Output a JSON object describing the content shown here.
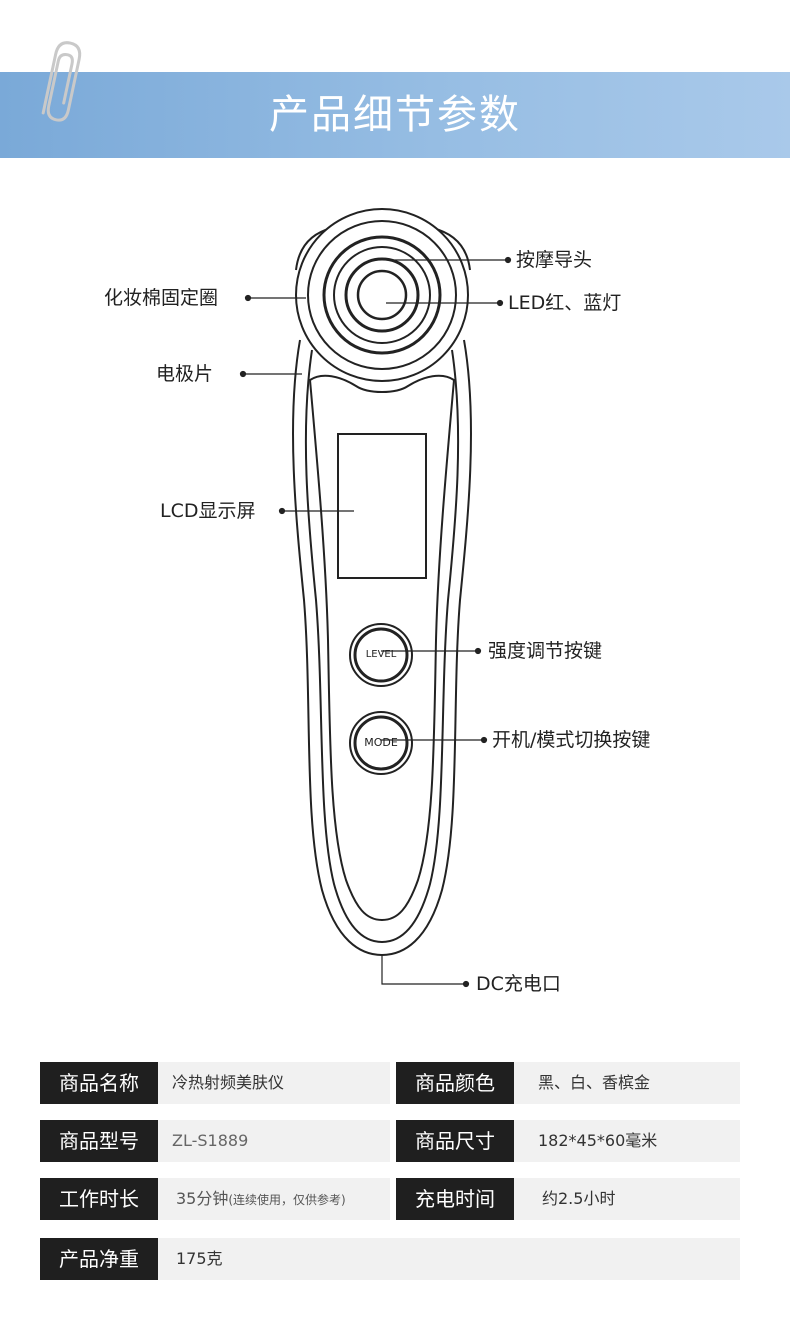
{
  "header": {
    "title": "产品细节参数"
  },
  "callouts": {
    "massage_head": "按摩导头",
    "led": "LED红、蓝灯",
    "cotton_ring": "化妆棉固定圈",
    "electrode": "电极片",
    "lcd": "LCD显示屏",
    "level_key": "强度调节按键",
    "mode_key": "开机/模式切换按键",
    "dc_port": "DC充电口"
  },
  "device": {
    "level_button": "LEVEL",
    "mode_button": "MODE"
  },
  "specs": {
    "name_label": "商品名称",
    "name_value": "冷热射频美肤仪",
    "color_label": "商品颜色",
    "color_value": "黑、白、香槟金",
    "model_label": "商品型号",
    "model_value": "ZL-S1889",
    "size_label": "商品尺寸",
    "size_value": "182*45*60毫米",
    "work_label": "工作时长",
    "work_value": "35分钟",
    "work_note": "(连续使用，仅供参考)",
    "charge_label": "充电时间",
    "charge_value": "约2.5小时",
    "weight_label": "产品净重",
    "weight_value": "175克"
  },
  "colors": {
    "banner": "#8fb8e2",
    "label_bg": "#1f1f1f",
    "value_bg": "#f1f1f1"
  }
}
